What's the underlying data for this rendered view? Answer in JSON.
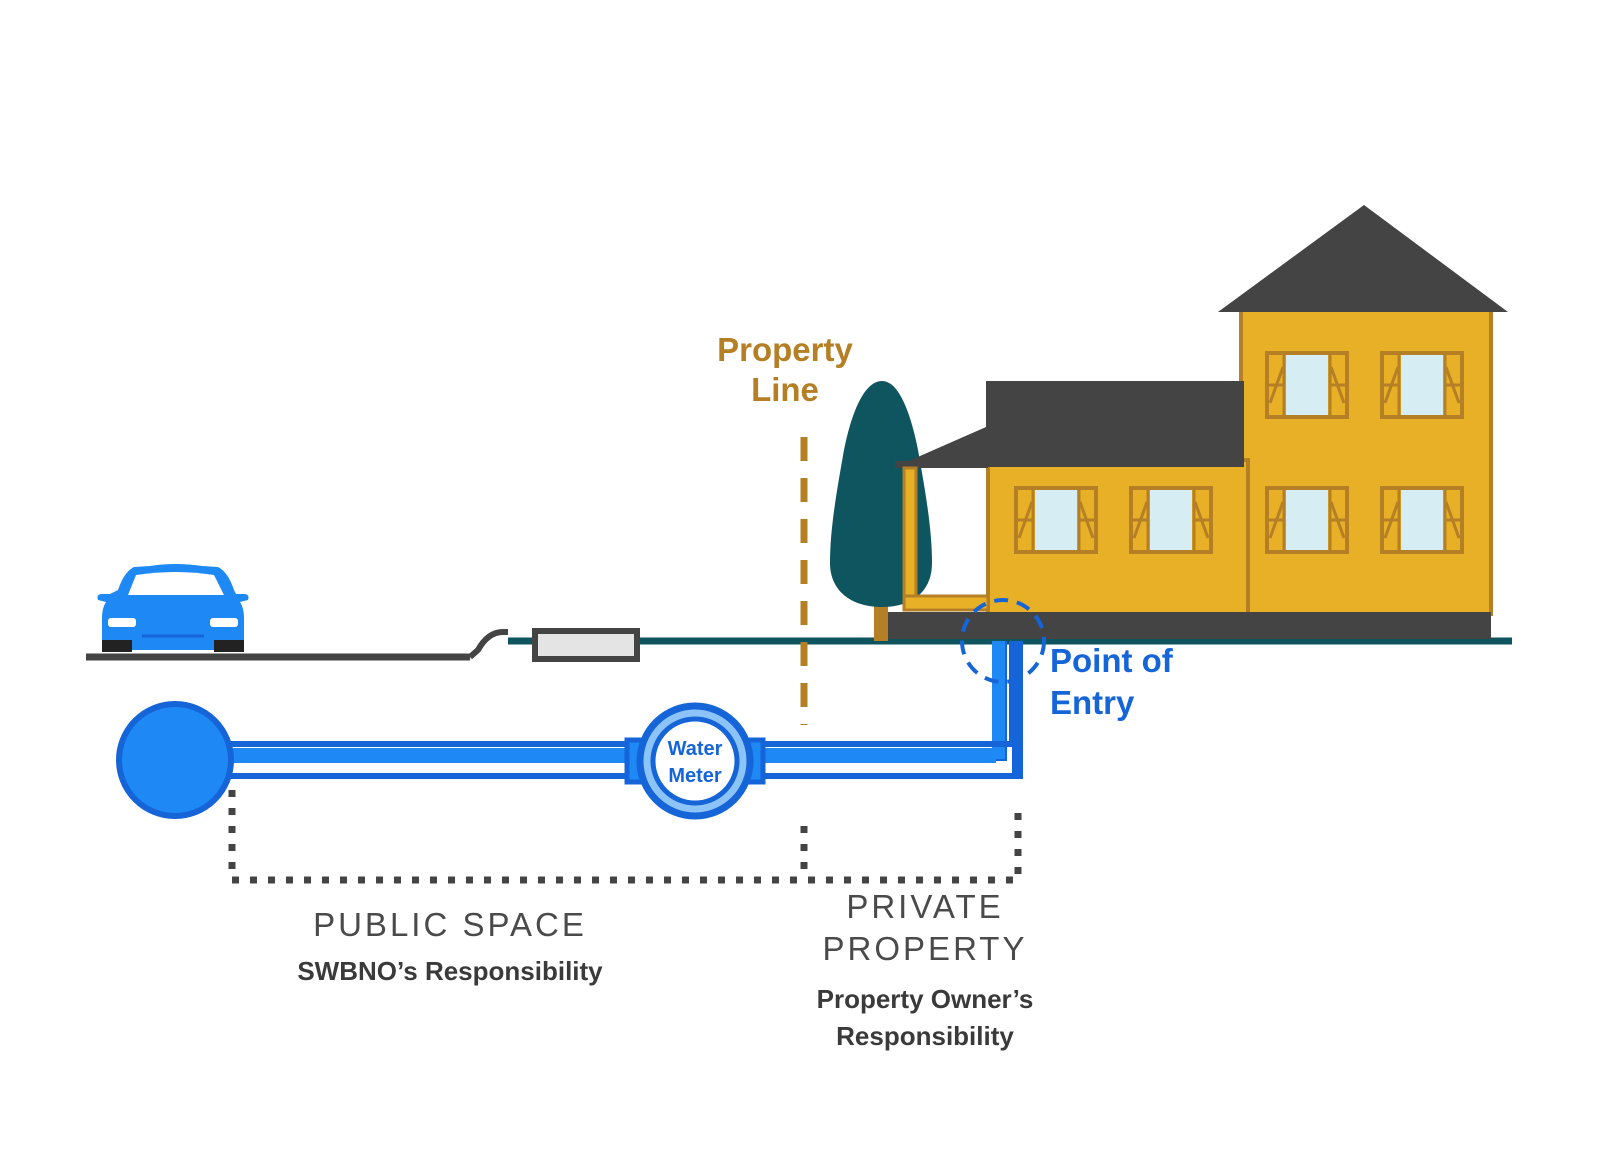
{
  "diagram": {
    "property_line": "Property\nLine",
    "point_of_entry": "Point of\nEntry",
    "water_meter": "Water\nMeter",
    "public_space": {
      "title": "PUBLIC SPACE",
      "responsibility": "SWBNO’s Responsibility"
    },
    "private_property": {
      "title": "PRIVATE\nPROPERTY",
      "responsibility": "Property Owner’s\nResponsibility"
    }
  },
  "colors": {
    "water_blue": "#1E88F5",
    "pipe_dark_blue": "#1565D8",
    "house_yellow": "#E7B027",
    "house_trim": "#B47F25",
    "roof_gray": "#444444",
    "window_blue": "#D6EDF4",
    "tree_teal": "#0E5560",
    "property_line_brown": "#B47F25",
    "ground_teal": "#0E5560",
    "road_gray": "#444444"
  },
  "icons": [
    "car-icon",
    "house-icon",
    "tree-icon",
    "water-meter-icon",
    "water-main-icon"
  ]
}
